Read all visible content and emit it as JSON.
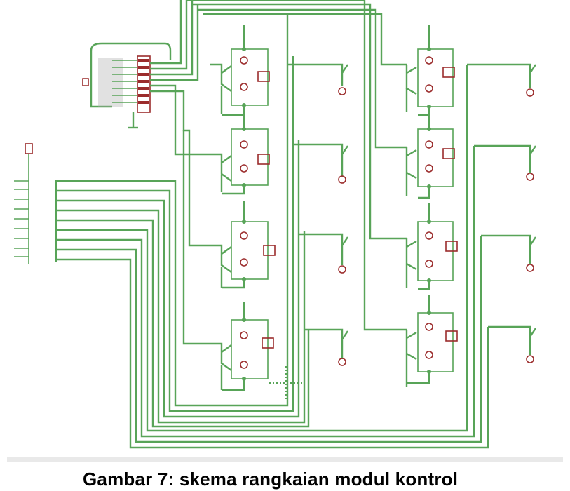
{
  "caption": "Gambar  7: skema rangkaian modul kontrol",
  "colors": {
    "wire": "#58a458",
    "component": "#9b2c2c",
    "background": "#ffffff",
    "divider": "#e9e9e9"
  },
  "left_relay_channels": 4,
  "right_relay_channels": 4
}
